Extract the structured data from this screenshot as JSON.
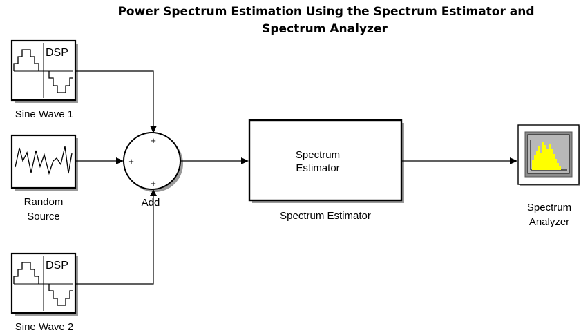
{
  "title": {
    "line1": "Power Spectrum Estimation Using the Spectrum Estimator and",
    "line2": "Spectrum Analyzer"
  },
  "blocks": {
    "sine_wave_1": {
      "label": "Sine Wave 1",
      "icon_text": "DSP"
    },
    "sine_wave_2": {
      "label": "Sine Wave 2",
      "icon_text": "DSP"
    },
    "random_source": {
      "label_line1": "Random",
      "label_line2": "Source"
    },
    "add": {
      "label": "Add",
      "signs": [
        "+",
        "+",
        "+"
      ]
    },
    "spectrum_estimator": {
      "label": "Spectrum Estimator",
      "inner_line1": "Spectrum",
      "inner_line2": "Estimator"
    },
    "spectrum_analyzer": {
      "label_line1": "Spectrum",
      "label_line2": "Analyzer"
    }
  },
  "colors": {
    "analyzer_bars": "#ffff00",
    "analyzer_screen": "#b8b8b8",
    "block_shadow": "#9a9a9a"
  }
}
